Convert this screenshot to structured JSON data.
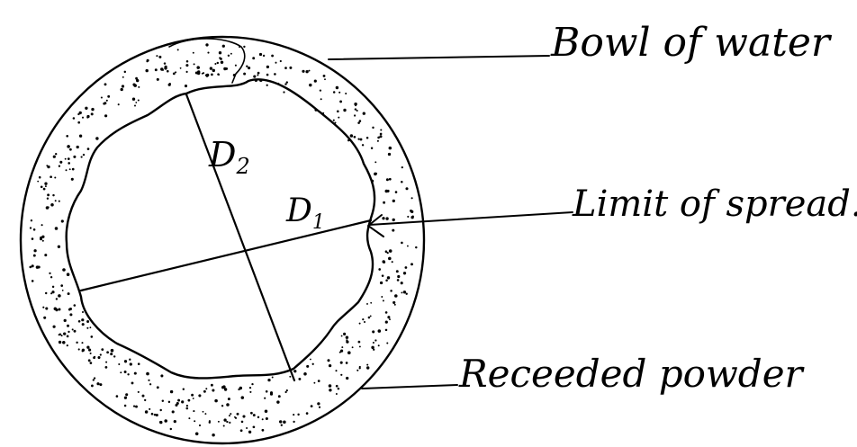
{
  "labels": {
    "bowl": "Bowl of water",
    "limit": "Limit of spread.",
    "powder": "Receeded powder",
    "d1": "D",
    "d1_sub": "1",
    "d2": "D",
    "d2_sub": "2"
  },
  "colors": {
    "ink": "#000000",
    "paper": "#ffffff"
  }
}
